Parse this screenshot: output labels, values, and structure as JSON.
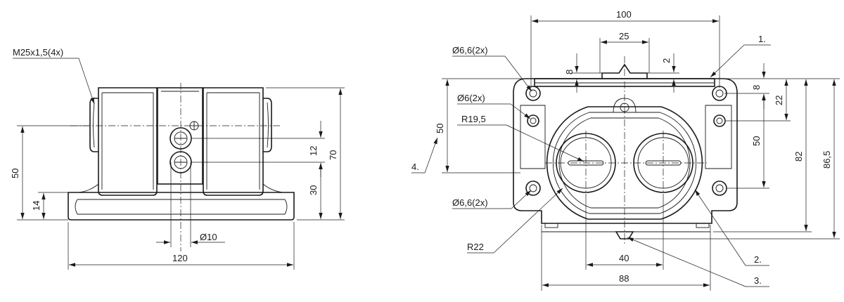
{
  "left_view": {
    "callout_thread": "M25x1,5(4x)",
    "dims": {
      "width_120": "120",
      "height_50": "50",
      "height_14": "14",
      "height_70": "70",
      "height_30": "30",
      "spacing_12": "12",
      "diameter_10": "Ø10"
    }
  },
  "right_view": {
    "callouts": {
      "hole_66_top": "Ø6,6(2x)",
      "hole_6": "Ø6(2x)",
      "radius_195": "R19,5",
      "hole_66_bottom": "Ø6,6(2x)",
      "radius_22": "R22"
    },
    "dims": {
      "width_100": "100",
      "width_25": "25",
      "height_8_left": "8",
      "height_2": "2",
      "height_8_right": "8",
      "height_22": "22",
      "height_50_right": "50",
      "height_82": "82",
      "height_86_5": "86,5",
      "height_50_left": "50",
      "width_40": "40",
      "width_88": "88"
    },
    "item_labels": {
      "item_1": "1.",
      "item_2": "2.",
      "item_3": "3.",
      "item_4": "4."
    }
  }
}
